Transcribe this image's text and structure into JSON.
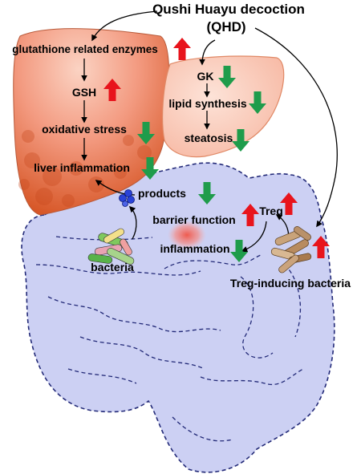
{
  "title": {
    "line1": "Qushi Huayu decoction",
    "line2": "(QHD)"
  },
  "colors": {
    "up_arrow": "#e8141c",
    "down_arrow": "#1f9c4b",
    "intestine_fill": "#ccd0f3",
    "intestine_outline": "#232a78",
    "liver_fill": "#f39a80",
    "liver_dark": "#d4501e"
  },
  "labels": {
    "glutathione": "glutathione related enzymes",
    "gsh": "GSH",
    "oxidative": "oxidative stress",
    "liver_inflammation": "liver inflammation",
    "gk": "GK",
    "lipid": "lipid synthesis",
    "steatosis": "steatosis",
    "products": "products",
    "barrier": "barrier function",
    "treg": "Treg",
    "inflammation": "inflammation",
    "bacteria": "bacteria",
    "treg_bacteria": "Treg-inducing bacteria"
  },
  "effects": {
    "glutathione": "up",
    "gsh": "up",
    "oxidative": "down",
    "liver_inflammation": "down",
    "gk": "down",
    "lipid": "down",
    "steatosis": "down",
    "products": "down",
    "barrier": "up",
    "treg": "up",
    "inflammation": "down",
    "treg_bacteria": "up"
  }
}
